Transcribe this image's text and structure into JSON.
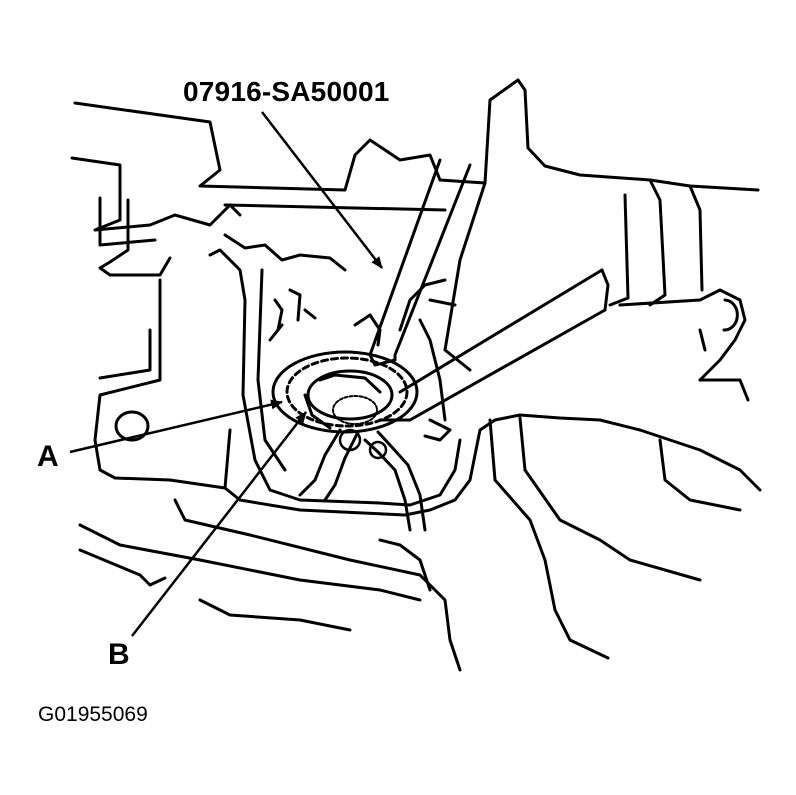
{
  "callouts": {
    "tool_part_number": "07916-SA50001",
    "label_a": "A",
    "label_b": "B"
  },
  "figure_id": "G01955069",
  "colors": {
    "line": "#000000",
    "background": "#ffffff"
  }
}
